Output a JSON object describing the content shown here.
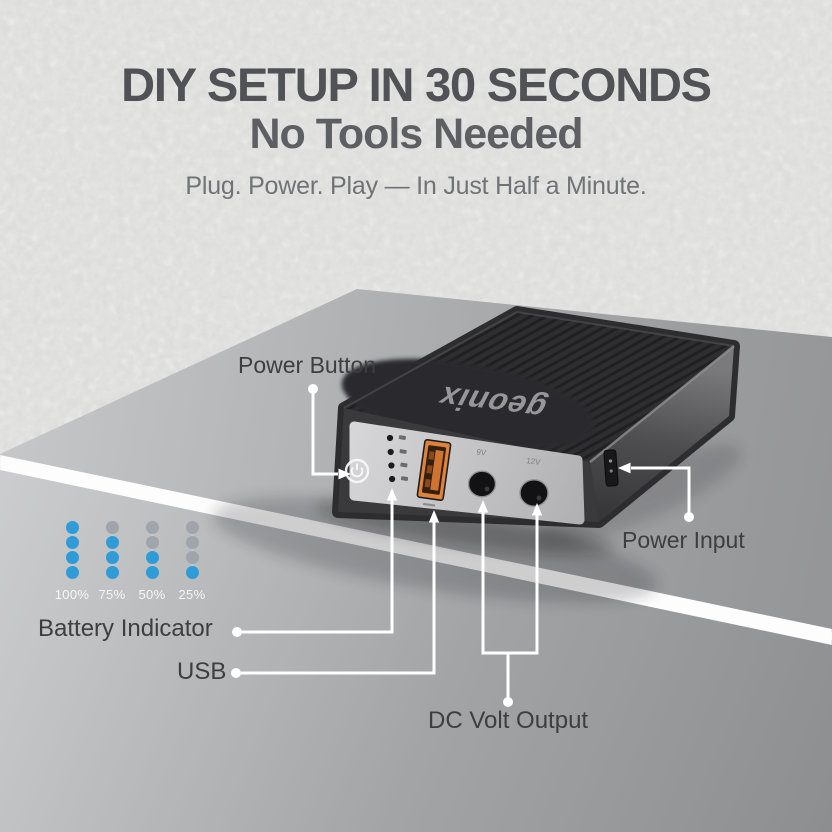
{
  "header": {
    "title": "DIY SETUP IN 30 SECONDS",
    "subtitle": "No Tools Needed",
    "tagline": "Plug. Power. Play — In Just Half a Minute."
  },
  "device": {
    "brand": "geonix",
    "ports": {
      "dc1_label": "9V",
      "dc2_label": "12V"
    }
  },
  "callouts": {
    "power_button": "Power Button",
    "battery_indicator": "Battery Indicator",
    "usb": "USB",
    "dc_volt_output": "DC Volt Output",
    "power_input": "Power Input"
  },
  "battery_legend": {
    "columns": [
      {
        "label": "100%",
        "dots": [
          "on",
          "on",
          "on",
          "on"
        ]
      },
      {
        "label": "75%",
        "dots": [
          "off",
          "on",
          "on",
          "on"
        ]
      },
      {
        "label": "50%",
        "dots": [
          "off",
          "off",
          "on",
          "on"
        ]
      },
      {
        "label": "25%",
        "dots": [
          "off",
          "off",
          "off",
          "on"
        ]
      }
    ]
  },
  "colors": {
    "battery_on": "#2f9cd8",
    "battery_off": "#a0a5ab",
    "usb_port": "#e0823c",
    "callout_line": "#ffffff",
    "headline": "#515255"
  }
}
